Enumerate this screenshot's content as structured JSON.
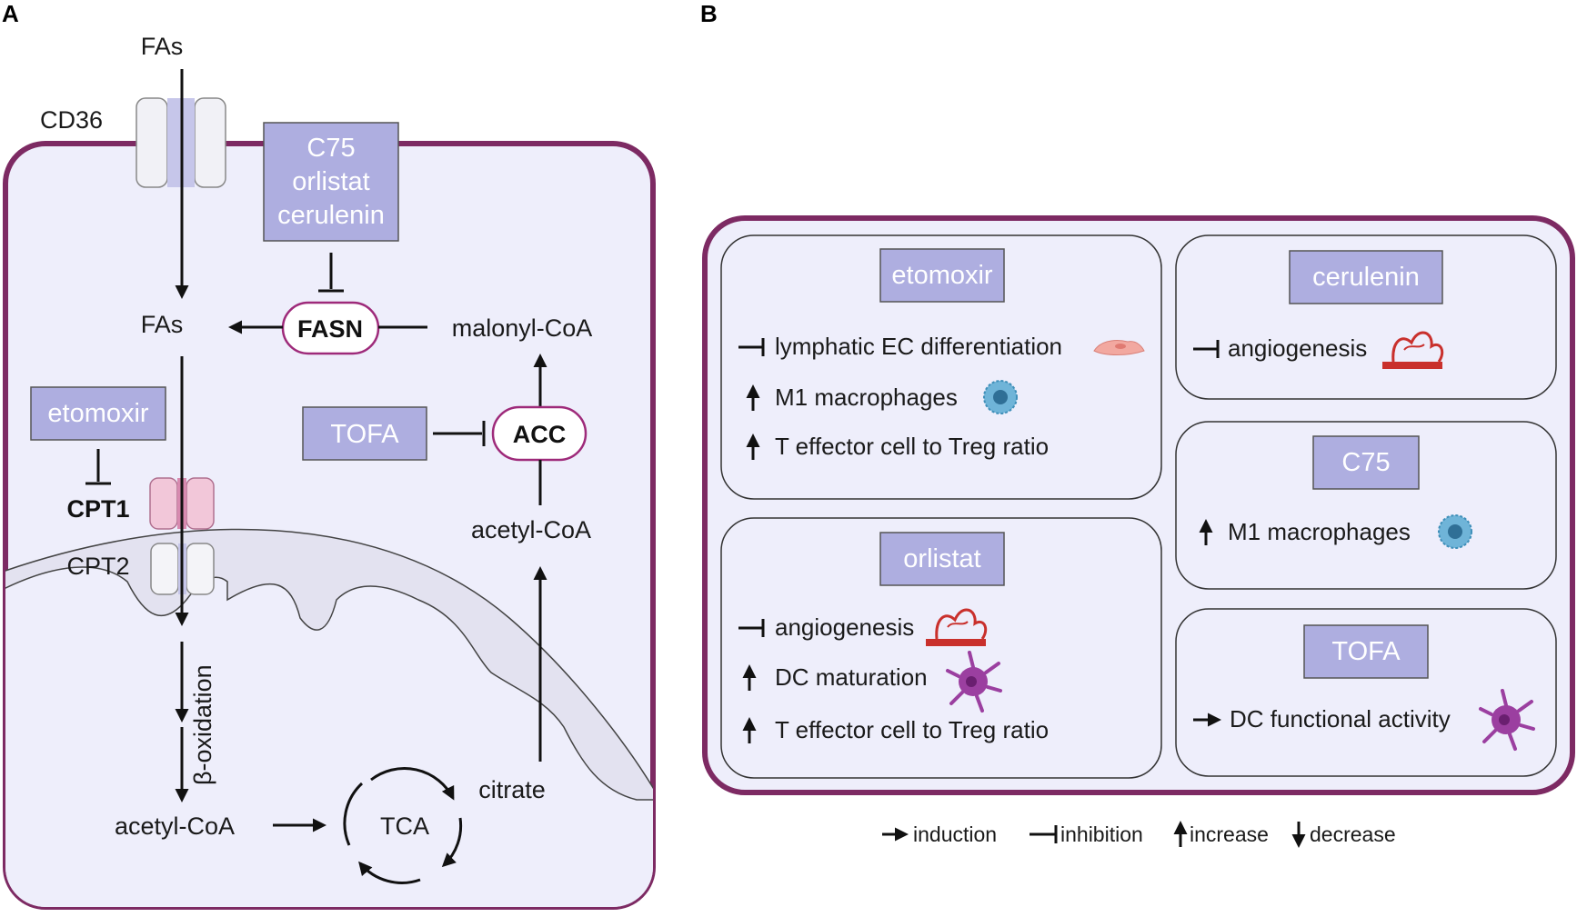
{
  "panels": {
    "a": "A",
    "b": "B"
  },
  "panel_a": {
    "fas_outside": "FAs",
    "cd36": "CD36",
    "fas_inside": "FAs",
    "fasn": "FASN",
    "malonyl_coa": "malonyl-CoA",
    "acc": "ACC",
    "acetyl_coa_cyto": "acetyl-CoA",
    "cpt1": "CPT1",
    "cpt2": "CPT2",
    "beta_oxidation": "β-oxidation",
    "acetyl_coa_mito": "acetyl-CoA",
    "tca": "TCA",
    "citrate": "citrate",
    "inhibitor_box_fasn": [
      "C75",
      "orlistat",
      "cerulenin"
    ],
    "inhibitor_box_cpt1": "etomoxir",
    "inhibitor_box_acc": "TOFA"
  },
  "panel_b": {
    "etomoxir": {
      "title": "etomoxir",
      "effects": [
        "lymphatic EC differentiation",
        "M1 macrophages",
        "T effector cell to Treg ratio"
      ]
    },
    "orlistat": {
      "title": "orlistat",
      "effects": [
        "angiogenesis",
        "DC maturation",
        "T effector cell to Treg ratio"
      ]
    },
    "cerulenin": {
      "title": "cerulenin",
      "effects": [
        "angiogenesis"
      ]
    },
    "c75": {
      "title": "C75",
      "effects": [
        "M1 macrophages"
      ]
    },
    "tofa": {
      "title": "TOFA",
      "effects": [
        "DC functional activity"
      ]
    }
  },
  "legend": {
    "induction": "induction",
    "inhibition": "inhibition",
    "increase": "increase",
    "decrease": "decrease"
  },
  "colors": {
    "cell_border": "#7d2a63",
    "cell_fill": "#eeeefb",
    "drug_box": "#aeaee0",
    "enzyme_border": "#9e2a7a",
    "mito_fill": "#e3e2f0",
    "macrophage": "#6fb4d8",
    "dc": "#9b3fa0",
    "vessel": "#c9302c"
  }
}
